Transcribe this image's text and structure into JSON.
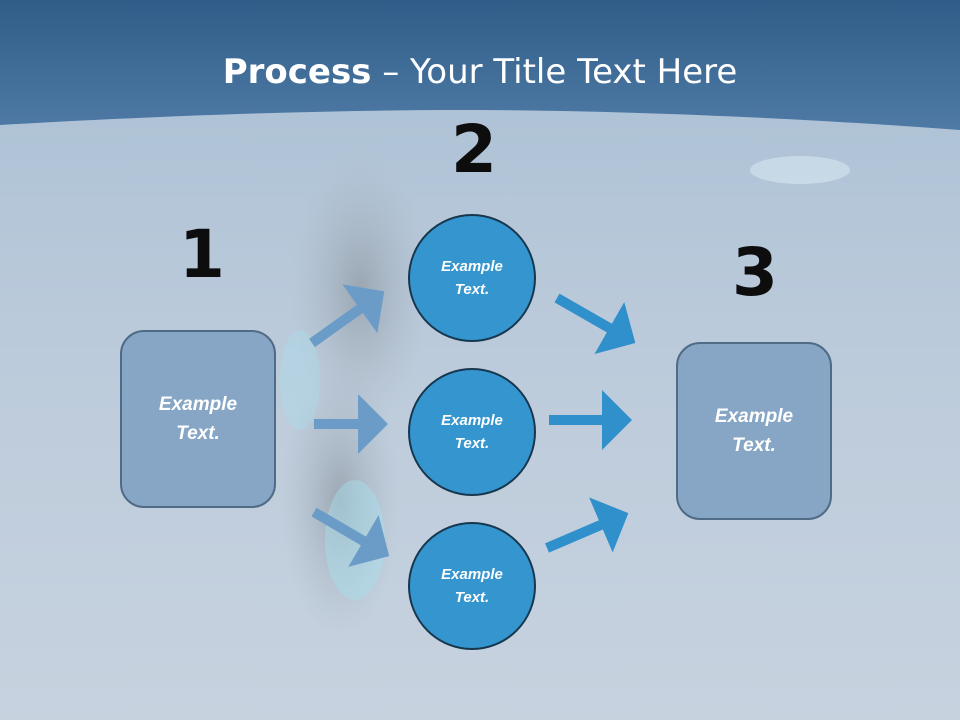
{
  "slide": {
    "title_bold": "Process",
    "title_rest": " – Your Title Text Here"
  },
  "steps": {
    "num1": "1",
    "num2": "2",
    "num3": "3"
  },
  "nodes": {
    "left_box": "Example\nText.",
    "circle_top": "Example\nText.",
    "circle_mid": "Example\nText.",
    "circle_bot": "Example\nText.",
    "right_box": "Example\nText."
  },
  "colors": {
    "header": "#3d6894",
    "box_fill": "#87a6c5",
    "circle_fill": "#3595ce",
    "arrow_left": "#6b9cc8",
    "arrow_right": "#2f90cc"
  }
}
